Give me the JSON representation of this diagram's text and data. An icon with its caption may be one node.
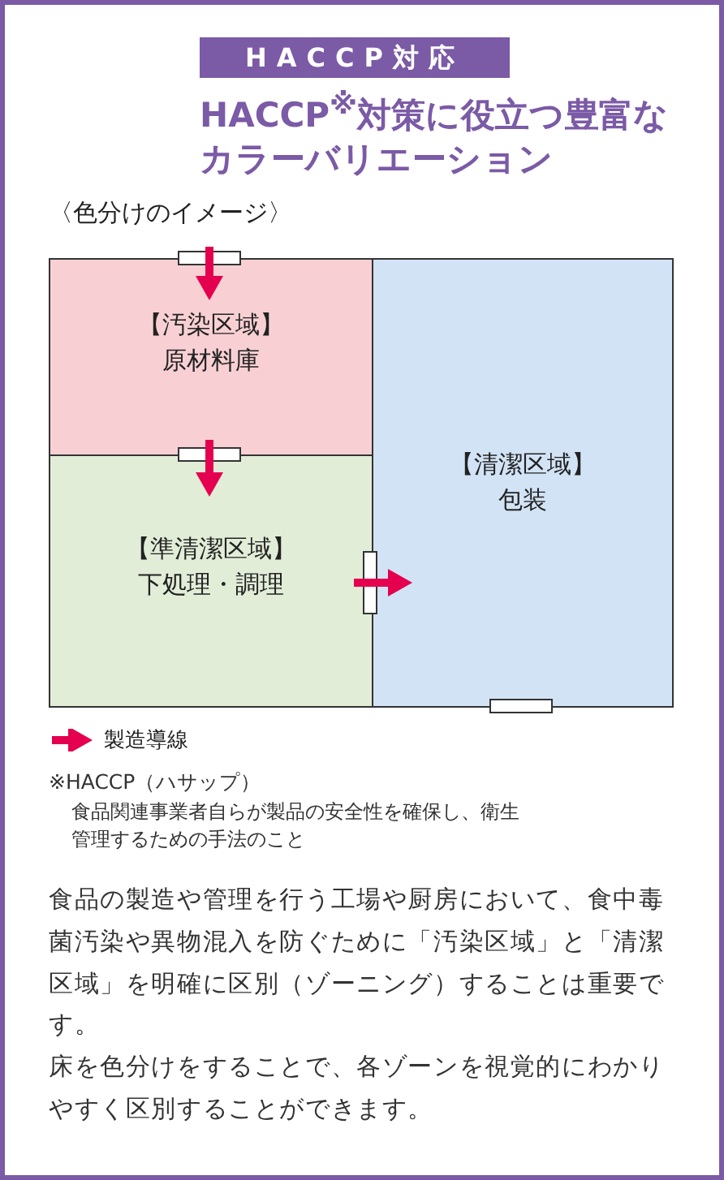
{
  "diagram": {
    "title": "HACCP対応",
    "nodes": [
      {
        "text": [
          "【汚染区域】",
          "原材料庫"
        ]
      },
      {
        "text": [
          "【準清潔区域】",
          "下処理・調理"
        ]
      },
      {
        "text": [
          "【清潔区域】",
          "包装"
        ]
      }
    ],
    "edges": [
      {
        "from": null,
        "to": 0,
        "arrow": "to"
      },
      {
        "from": 0,
        "to": 1,
        "arrow": "to"
      },
      {
        "from": 1,
        "to": 2,
        "arrow": "to"
      }
    ],
    "labels": [
      "HACCP$^{※}$対策に役立つ豊富なカラーバリエーション",
      "〈色分けのイメージ〉",
      "※HACCP（ハサップ）",
      "食品関連事業者自らが製品の安全性を確保し、衛生管理するための手法のこと",
      "食品の製造や管理を行う工場や厨房において、食中毒菌汚染や異物混入を防ぐために「汚染区域」と「清潔区域」を明確に区別（ゾーニング）することは重要です。",
      "床を色分けをすることで、各ゾーンを視覚的にわかりやすく区別することができます。"
    ],
    "legend": [
      {
        "text": "製造導線"
      }
    ]
  }
}
